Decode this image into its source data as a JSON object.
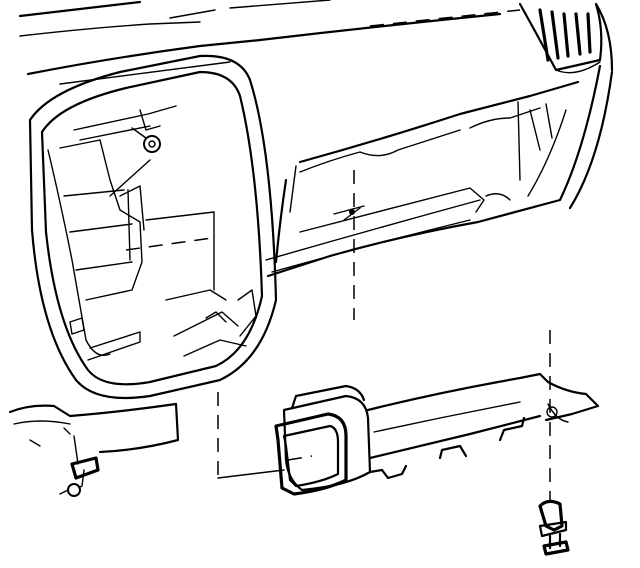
{
  "diagram": {
    "parts": [
      "instrument-panel",
      "cluster-opening",
      "glove-box-compartment",
      "air-vent",
      "lower-duct",
      "push-pin-fastener",
      "wiring-connector"
    ],
    "colors": {
      "line": "#000000",
      "background": "#ffffff"
    }
  }
}
